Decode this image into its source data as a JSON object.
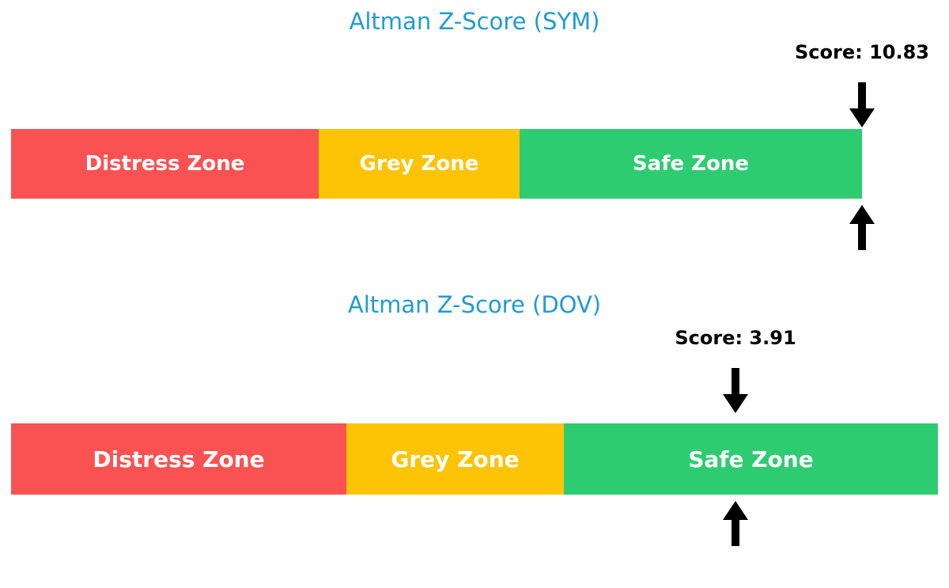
{
  "chart_data": [
    {
      "type": "bar",
      "orientation": "horizontal",
      "title": "Altman Z-Score (SYM)",
      "subtitle": "",
      "xlabel": "",
      "ylabel": "",
      "categories": [
        "Distress Zone",
        "Grey Zone",
        "Safe Zone"
      ],
      "values": [
        389,
        254,
        433
      ],
      "segment_colors": [
        "#FA5252",
        "#FCC404",
        "#2ECC71"
      ],
      "marker": {
        "label": "Score: 10.83",
        "value": 10.83,
        "zone": "Safe Zone",
        "position_fraction": 1.0
      },
      "grid": false,
      "legend": "none"
    },
    {
      "type": "bar",
      "orientation": "horizontal",
      "title": "Altman Z-Score (DOV)",
      "subtitle": "",
      "xlabel": "",
      "ylabel": "",
      "categories": [
        "Distress Zone",
        "Grey Zone",
        "Safe Zone"
      ],
      "values": [
        424,
        275,
        473
      ],
      "segment_colors": [
        "#FA5252",
        "#FCC404",
        "#2ECC71"
      ],
      "marker": {
        "label": "Score: 3.91",
        "value": 3.91,
        "zone": "Safe Zone",
        "position_fraction": 0.781
      },
      "grid": false,
      "legend": "none"
    }
  ],
  "colors": {
    "title": "#1F9CD0",
    "distress": "#FA5252",
    "grey": "#FCC404",
    "safe": "#2ECC71",
    "marker": "#000000",
    "zone_text": "#FFFFFF",
    "background": "#FFFFFF"
  },
  "panels": [
    {
      "title": "Altman Z-Score (SYM)",
      "zones": [
        {
          "label": "Distress Zone"
        },
        {
          "label": "Grey Zone"
        },
        {
          "label": "Safe Zone"
        }
      ],
      "score_label": "Score: 10.83"
    },
    {
      "title": "Altman Z-Score (DOV)",
      "zones": [
        {
          "label": "Distress Zone"
        },
        {
          "label": "Grey Zone"
        },
        {
          "label": "Safe Zone"
        }
      ],
      "score_label": "Score: 3.91"
    }
  ],
  "icons": {
    "arrow_down": "arrow-down-icon",
    "arrow_up": "arrow-up-icon"
  }
}
